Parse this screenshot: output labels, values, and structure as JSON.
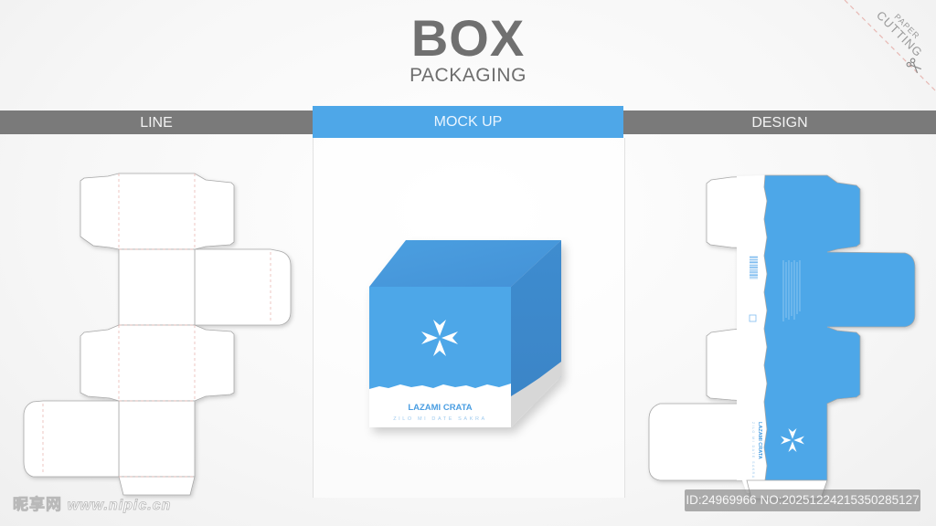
{
  "header": {
    "title": "BOX",
    "subtitle": "PACKAGING"
  },
  "corner_badge": {
    "line1": "PAPER",
    "line2": "CUTTING",
    "icon": "scissors-icon"
  },
  "tabs": [
    {
      "label": "LINE",
      "active": false
    },
    {
      "label": "MOCK UP",
      "active": true
    },
    {
      "label": "DESIGN",
      "active": false
    }
  ],
  "mockup": {
    "brand_name": "LAZAMI CRATA",
    "tagline": "ZILO MI DATE SAKRA",
    "logo_icon": "maltese-cross-icon"
  },
  "design": {
    "brand_name": "LAZAMI CRATA",
    "tagline": "ZILO MI DATE SAKRA",
    "barcode_icon": "barcode-icon",
    "recycle_icon": "package-symbol-icon"
  },
  "colors": {
    "accent_blue": "#4ea7e8",
    "band_gray": "#7a7a7a",
    "title_gray": "#707070",
    "dieline_stroke": "#9a9a9a",
    "fold_line": "#e9b9b4"
  },
  "watermarks": {
    "site_cn": "昵享网",
    "site_url": "www.nipic.cn",
    "id_label": "ID:24969966 NO:20251224215350285127"
  }
}
